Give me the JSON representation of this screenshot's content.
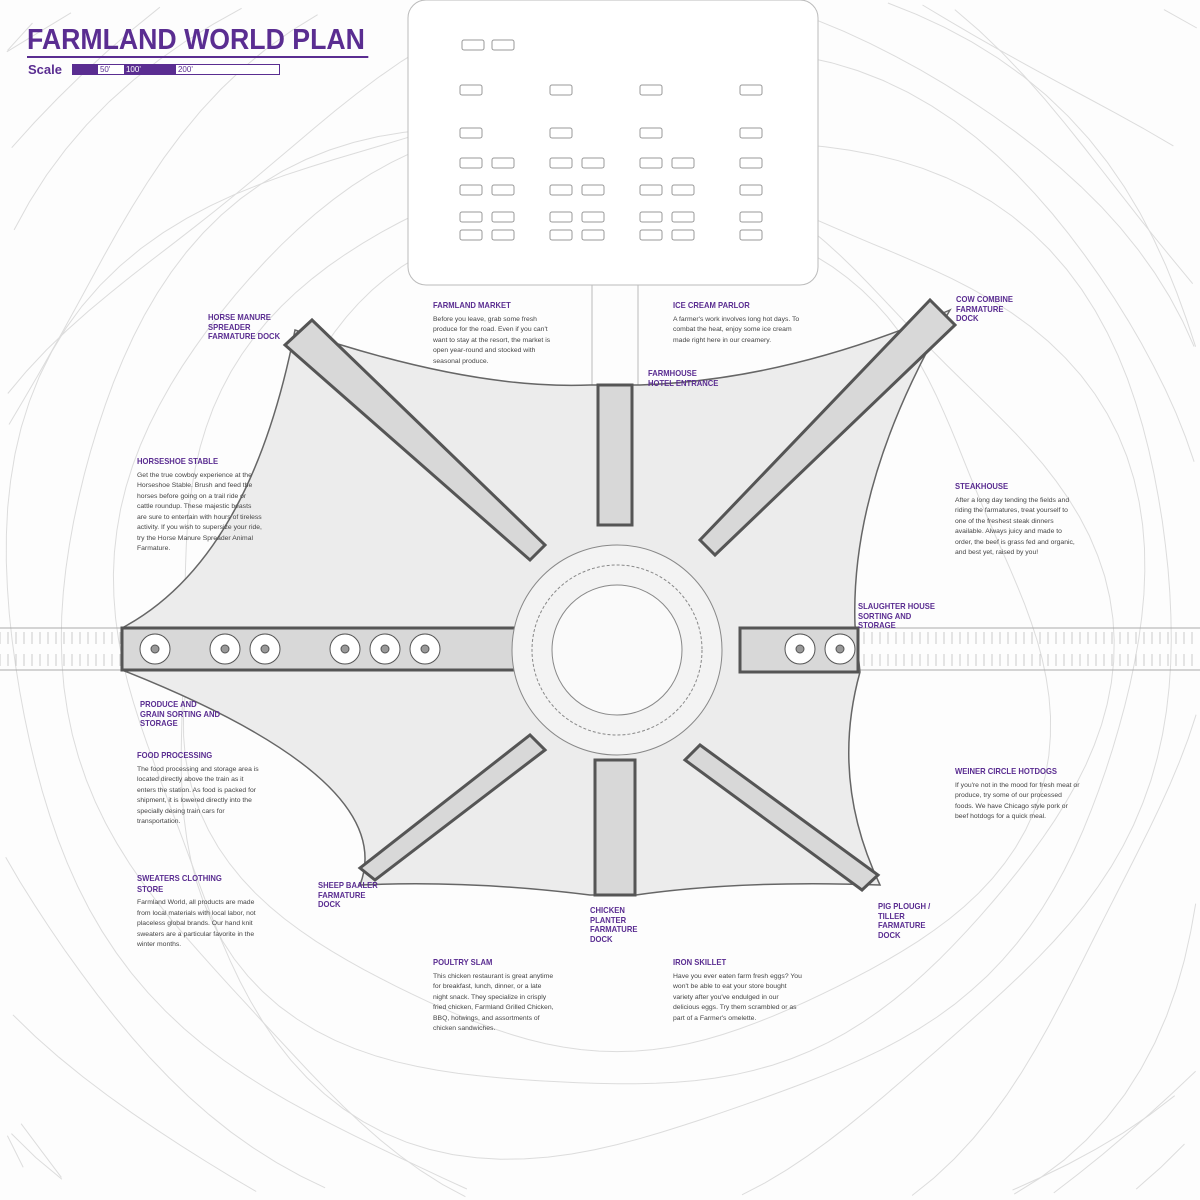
{
  "title": "FARMLAND WORLD PLAN",
  "scale": {
    "label": "Scale",
    "ticks": [
      "50'",
      "100'",
      "200'"
    ]
  },
  "colors": {
    "accent": "#5a2d91",
    "plan_fill": "#e4e4e4",
    "line": "#555555"
  },
  "labels": {
    "horse_dock": "HORSE MANURE SPREADER FARMATURE DOCK",
    "cow_dock": "COW COMBINE FARMATURE DOCK",
    "hotel": "FARMHOUSE HOTEL ENTRANCE",
    "slaughter": "SLAUGHTER HOUSE SORTING AND STORAGE",
    "produce": "PRODUCE AND GRAIN SORTING AND STORAGE",
    "sheep_dock": "SHEEP BAALER FARMATURE DOCK",
    "chicken_dock": "CHICKEN PLANTER FARMATURE DOCK",
    "pig_dock": "PIG PLOUGH / TILLER FARMATURE DOCK"
  },
  "descriptions": {
    "market": {
      "title": "FARMLAND MARKET",
      "text": "Before you leave, grab some fresh produce for the road. Even if you can't want to stay at the resort, the market is open year-round and stocked with seasonal produce."
    },
    "icecream": {
      "title": "ICE CREAM PARLOR",
      "text": "A farmer's work involves long hot days. To combat the heat, enjoy some ice cream made right here in our creamery."
    },
    "stable": {
      "title": "HORSESHOE STABLE",
      "text": "Get the true cowboy experience at the Horseshoe Stable. Brush and feed the horses before going on a trail ride or cattle roundup. These majestic beasts are sure to entertain with hours of tireless activity. If you wish to supersize your ride, try the Horse Manure Spreader Animal Farmature."
    },
    "steakhouse": {
      "title": "STEAKHOUSE",
      "text": "After a long day tending the fields and riding the farmatures, treat yourself to one of the freshest steak dinners available. Always juicy and made to order, the beef is grass fed and organic, and best yet, raised by you!"
    },
    "food": {
      "title": "FOOD PROCESSING",
      "text": "The food processing and storage area is located directly above the train as it enters the station. As food is packed for shipment, it is lowered directly into the specially desing train cars for transportation."
    },
    "weiner": {
      "title": "WEINER CIRCLE HOTDOGS",
      "text": "If you're not in the mood for fresh meat or produce, try some of our processed foods. We have Chicago style pork or beef hotdogs for a quick meal."
    },
    "sweaters": {
      "title": "SWEATERS CLOTHING STORE",
      "text": "Farmland World, all products are made from local materials with local labor, not placeless global brands. Our hand knit sweaters are a particular favorite in the winter months."
    },
    "poultry": {
      "title": "POULTRY SLAM",
      "text": "This chicken restaurant is great anytime for breakfast, lunch, dinner, or a late night snack. They specialize in crisply fried chicken, Farmland Grilled Chicken, BBQ, hotwings, and assortments of chicken sandwiches."
    },
    "skillet": {
      "title": "IRON SKILLET",
      "text": "Have you ever eaten farm fresh eggs? You won't be able to eat your store bought variety after you've endulged in our delicious eggs. Try them scrambled or as part of a Farmer's omelette."
    }
  }
}
